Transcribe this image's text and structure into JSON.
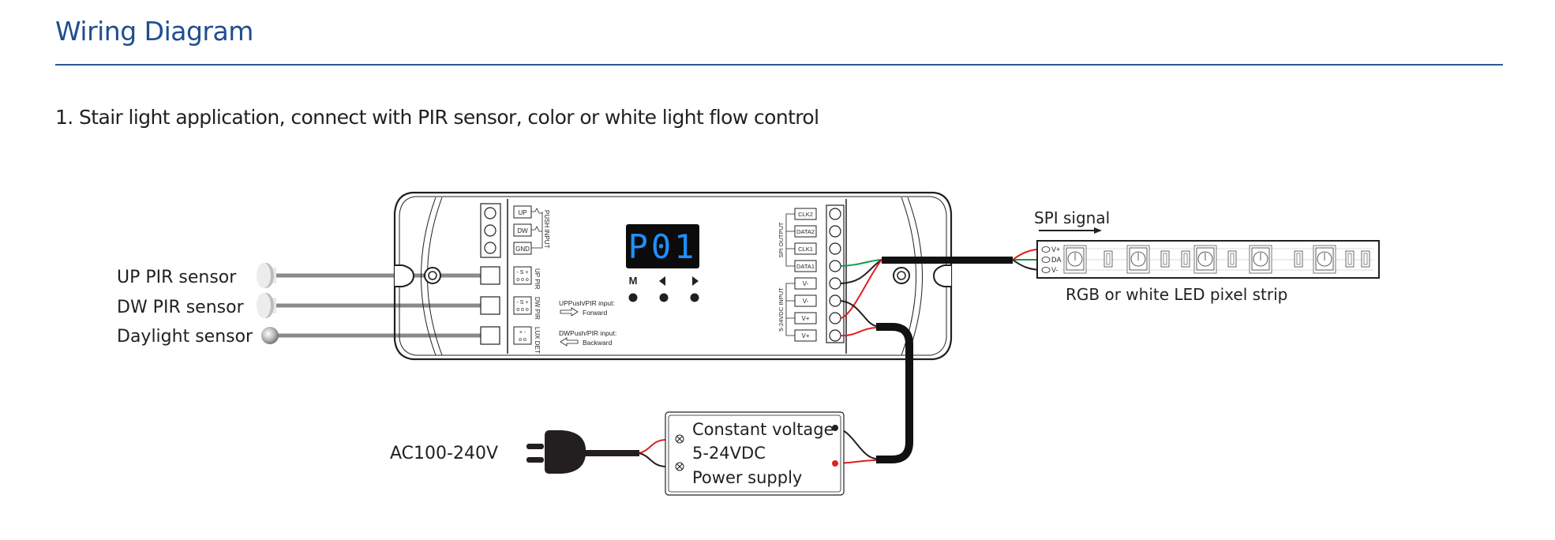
{
  "header": {
    "title": "Wiring Diagram",
    "accent_color": "#1f4e8c"
  },
  "section": {
    "heading": "1. Stair light application, connect with PIR sensor, color or white light flow control"
  },
  "sensors": [
    {
      "label": "UP PIR sensor",
      "icon": "pir-sensor-icon"
    },
    {
      "label": "DW PIR sensor",
      "icon": "pir-sensor-icon"
    },
    {
      "label": "Daylight sensor",
      "icon": "daylight-sensor-icon"
    }
  ],
  "controller": {
    "push_input": {
      "group_label": "PUSH INPUT",
      "terminals": [
        "UP",
        "DW",
        "GND"
      ]
    },
    "sensor_ports": [
      {
        "label": "UP PIR",
        "pins": "- S +"
      },
      {
        "label": "DW PIR",
        "pins": "- S +"
      },
      {
        "label": "LUX DET",
        "pins": "+ -"
      }
    ],
    "display": {
      "value": "P01",
      "color": "#1e90ff"
    },
    "buttons": [
      {
        "label": "M",
        "icon": "m-button"
      },
      {
        "label": "◀",
        "icon": "left-triangle-icon"
      },
      {
        "label": "▶",
        "icon": "right-triangle-icon"
      }
    ],
    "notes": [
      {
        "title": "UPPush/PIR input:",
        "direction": "Forward"
      },
      {
        "title": "DWPush/PIR input:",
        "direction": "Backward"
      }
    ],
    "spi_output": {
      "group_label": "SPI OUTPUT",
      "terminals": [
        "CLK2",
        "DATA2",
        "CLK1",
        "DATA1"
      ]
    },
    "dc_input": {
      "group_label": "5-24VDC INPUT",
      "terminals": [
        "V-",
        "V-",
        "V+",
        "V+"
      ]
    }
  },
  "spi": {
    "signal_label": "SPI signal",
    "strip_label": "RGB or white LED pixel strip",
    "strip_pins": [
      "V+",
      "DA",
      "V-"
    ]
  },
  "power": {
    "ac_label": "AC100-240V",
    "psu_lines": [
      "Constant voltage",
      "5-24VDC",
      "Power supply"
    ]
  },
  "wire_colors": {
    "red": "#e0201f",
    "green": "#0e9a48",
    "black": "#231f20",
    "gray": "#8a8a8a"
  }
}
